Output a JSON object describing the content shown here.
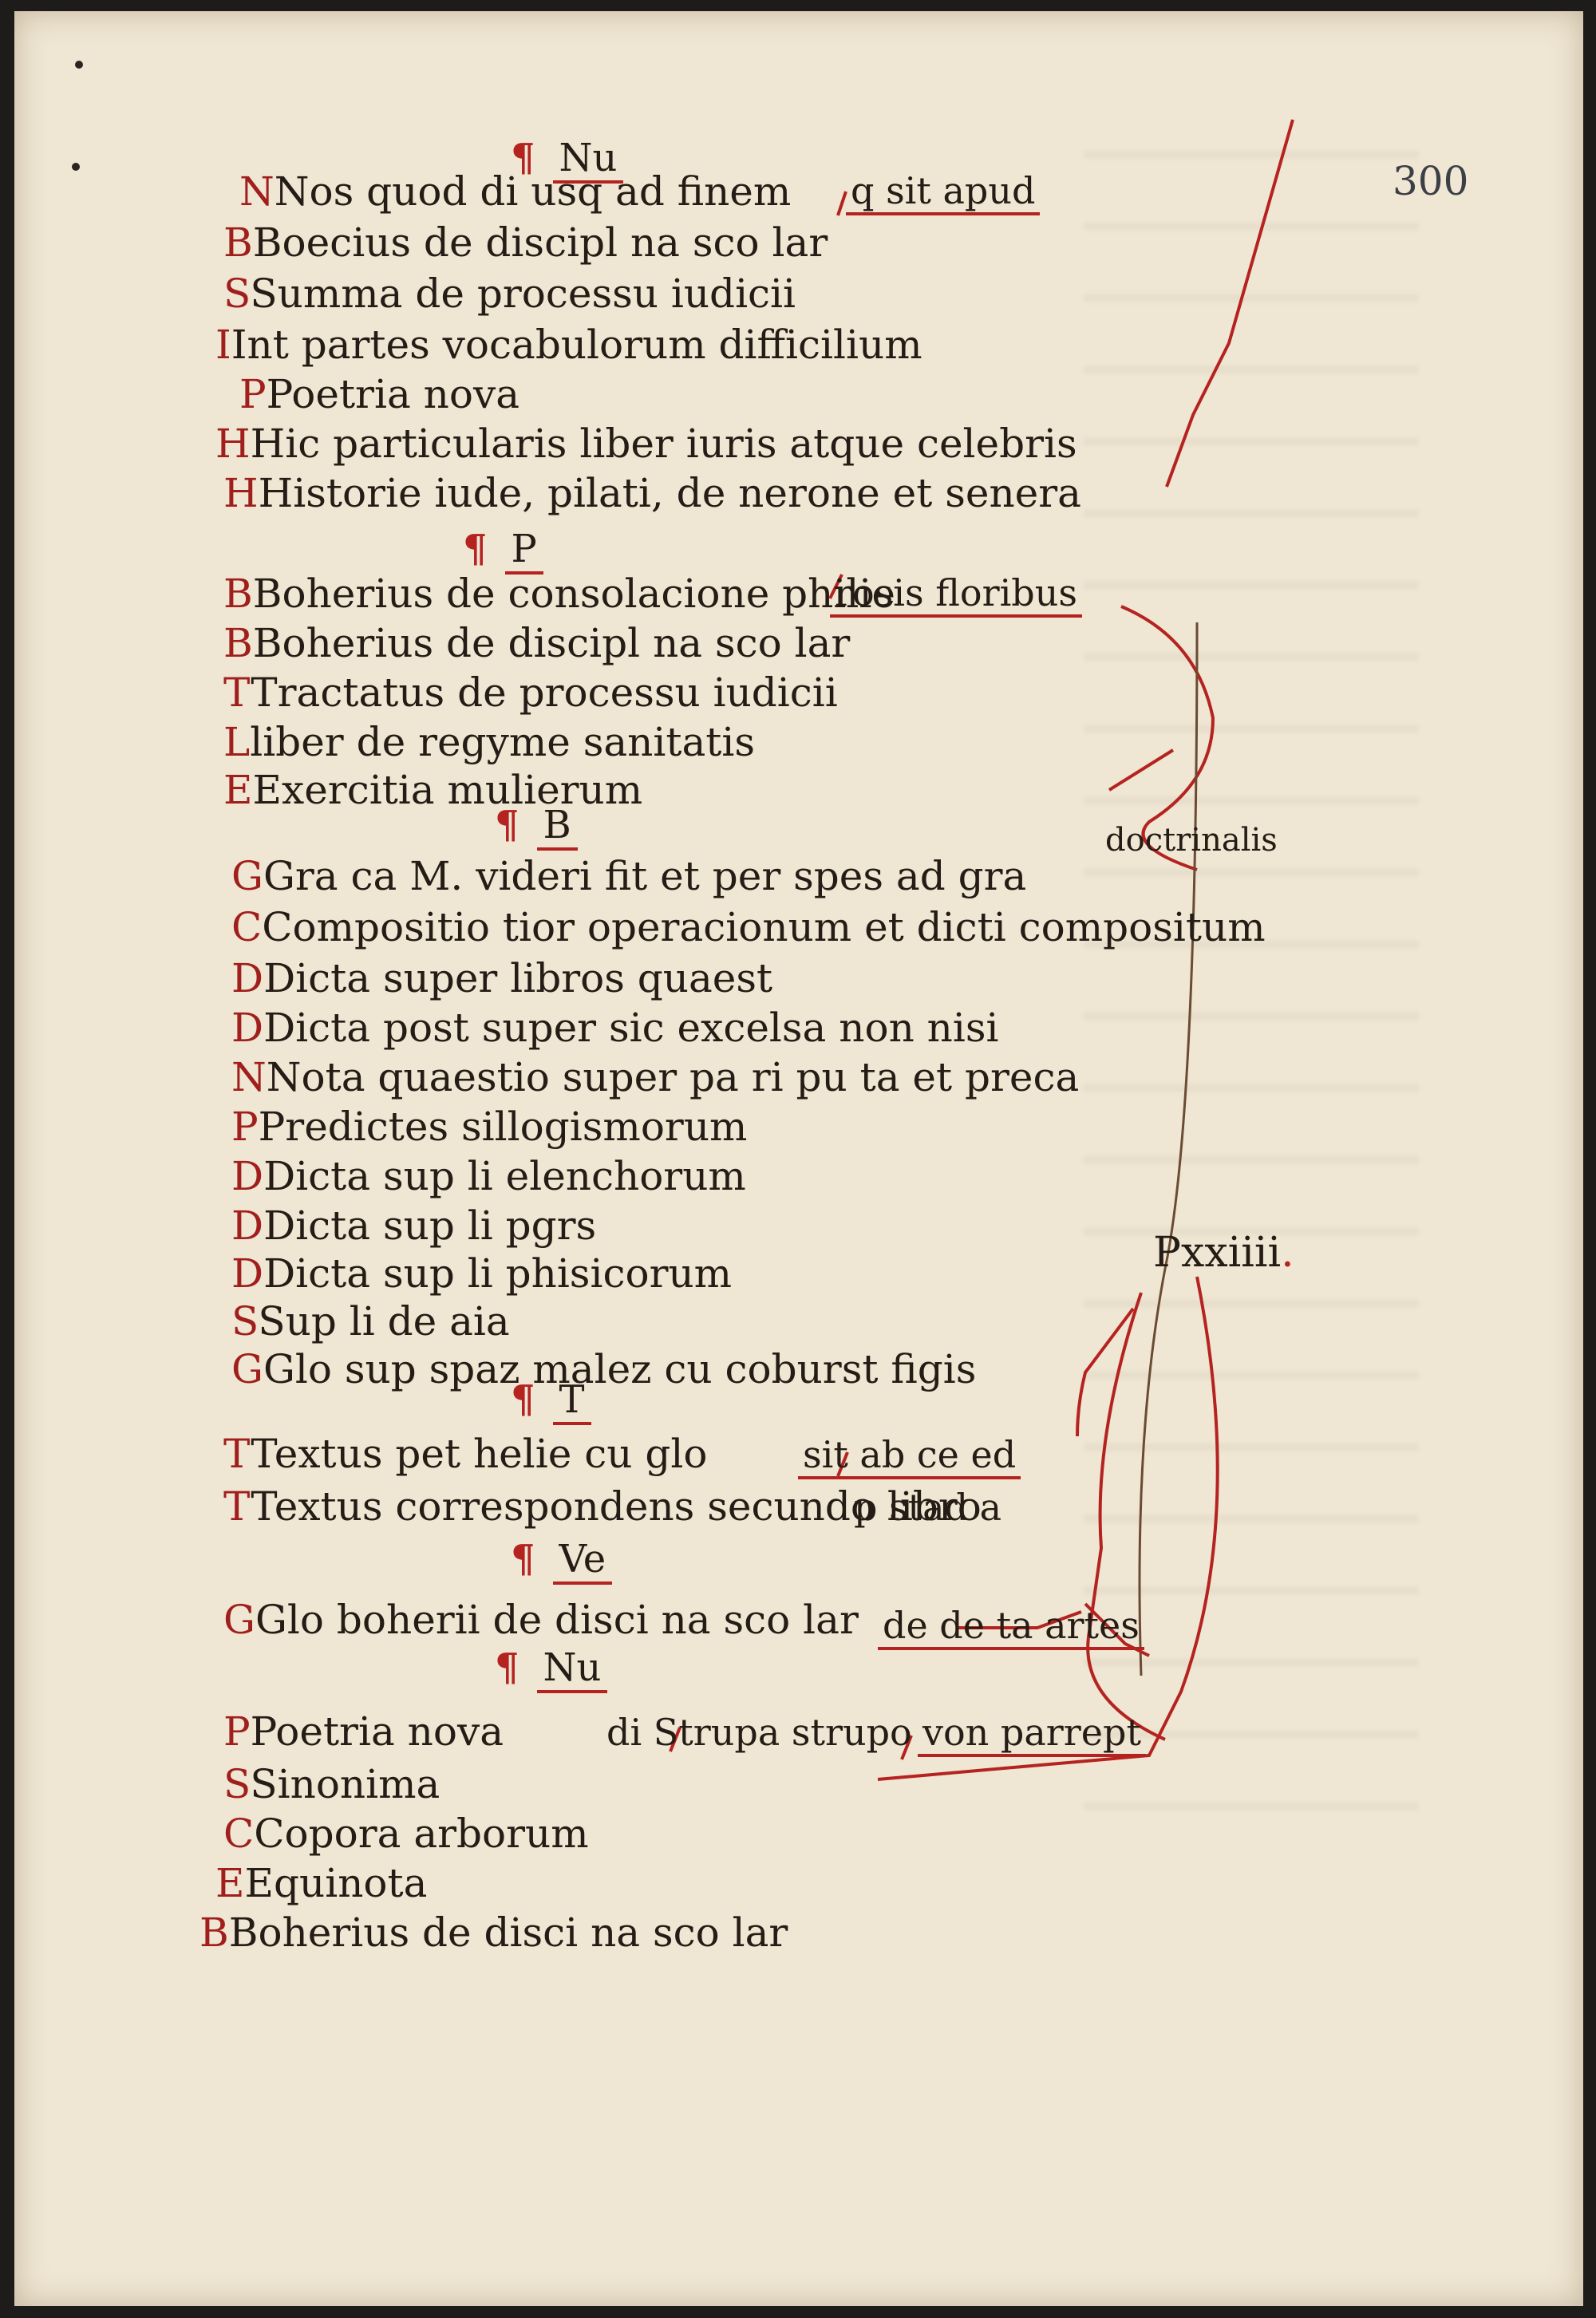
{
  "folio": "300",
  "shelfmark": "Pxxiiii",
  "sections": [
    {
      "heading": "Nu",
      "lines": [
        {
          "cap": "N",
          "text": "Nos quod di usq ad finem",
          "note": "q sit apud"
        },
        {
          "cap": "B",
          "text": "Boecius de discipl na sco lar"
        },
        {
          "cap": "S",
          "text": "Summa de processu iudicii"
        },
        {
          "cap": "I",
          "text": "Int partes vocabulorum difficilium"
        },
        {
          "cap": "P",
          "text": "Poetria nova"
        },
        {
          "cap": "H",
          "text": "Hic particularis liber iuris atque celebris"
        },
        {
          "cap": "H",
          "text": "Historie iude, pilati, de nerone et senera"
        }
      ]
    },
    {
      "heading": "P",
      "lines": [
        {
          "cap": "B",
          "text": "Boherius de consolacione philie",
          "note": "rosis floribus"
        },
        {
          "cap": "B",
          "text": "Boherius de discipl na sco lar"
        },
        {
          "cap": "T",
          "text": "Tractatus de processu iudicii"
        },
        {
          "cap": "L",
          "text": "liber de regyme sanitatis"
        },
        {
          "cap": "E",
          "text": "Exercitia mulierum"
        }
      ]
    },
    {
      "heading": "B",
      "lines": [
        {
          "cap": "G",
          "text": "Gra ca M. videri fit et per spes ad gra",
          "note": "doctrinalis"
        },
        {
          "cap": "C",
          "text": "Compositio tior operacionum et dicti compositum"
        },
        {
          "cap": "D",
          "text": "Dicta super libros quaest"
        },
        {
          "cap": "D",
          "text": "Dicta post super sic excelsa non nisi"
        },
        {
          "cap": "N",
          "text": "Nota quaestio super pa ri pu ta et preca"
        },
        {
          "cap": "P",
          "text": "Predictes sillogismorum"
        },
        {
          "cap": "D",
          "text": "Dicta sup li elenchorum"
        },
        {
          "cap": "D",
          "text": "Dicta sup li pgrs"
        },
        {
          "cap": "D",
          "text": "Dicta sup li phisicorum"
        },
        {
          "cap": "S",
          "text": "Sup li de aia"
        },
        {
          "cap": "G",
          "text": "Glo sup spaz malez cu coburst figis"
        }
      ]
    },
    {
      "heading": "T",
      "lines": [
        {
          "cap": "T",
          "text": "Textus pet helie cu glo",
          "note": "sit ab ce ed"
        },
        {
          "cap": "T",
          "text": "Textus correspondens secundo libro",
          "note": "p stad a"
        }
      ]
    },
    {
      "heading": "Ve",
      "lines": [
        {
          "cap": "G",
          "text": "Glo boherii de disci na sco lar",
          "note": "de de ta artes"
        }
      ]
    },
    {
      "heading": "Nu",
      "lines": [
        {
          "cap": "P",
          "text": "Poetria nova",
          "note": "di Strupa strupo",
          "note2": "von parrept"
        },
        {
          "cap": "S",
          "text": "Sinonima"
        },
        {
          "cap": "C",
          "text": "Copora arborum"
        },
        {
          "cap": "E",
          "text": "Equinota"
        },
        {
          "cap": "B",
          "text": "Boherius de disci na sco lar"
        }
      ]
    }
  ]
}
